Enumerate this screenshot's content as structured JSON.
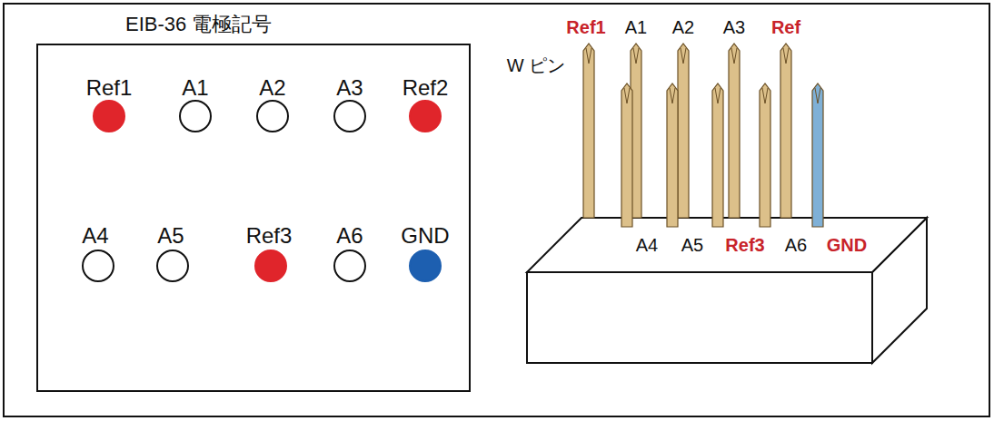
{
  "diagram": {
    "nodes": [
      {
        "text": [
          "EIB-36 電極記号"
        ]
      }
    ],
    "labels": [
      "Ref1",
      "A1",
      "A2",
      "A3",
      "Ref2",
      "A4",
      "A5",
      "Ref3",
      "A6",
      "GND",
      "W ピン",
      "Ref1",
      "A1",
      "A2",
      "A3",
      "Ref",
      "A4",
      "A5",
      "Ref3",
      "A6",
      "GND"
    ]
  }
}
